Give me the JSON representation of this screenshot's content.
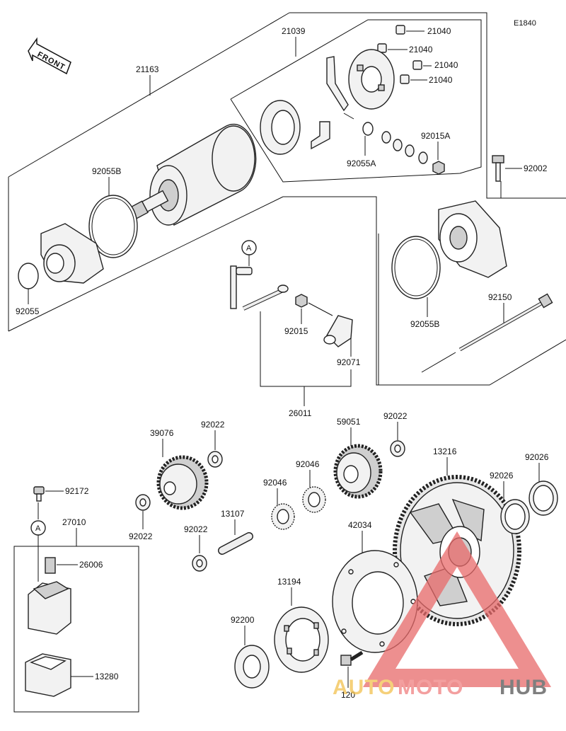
{
  "diagram_code": "E1840",
  "front_label": "FRONT",
  "ref_marker": "A",
  "watermark": {
    "brand_a": "AUTO",
    "brand_b": "MOTO",
    "brand_c": "HUB",
    "color_a": "#f2c14e",
    "color_b": "#f08080",
    "color_c": "#555555",
    "triangle_color": "#e86a6a"
  },
  "labels": {
    "p21163": "21163",
    "p21039": "21039",
    "p21040a": "21040",
    "p21040b": "21040",
    "p21040c": "21040",
    "p21040d": "21040",
    "p92015A": "92015A",
    "p92055A": "92055A",
    "p92055B_left": "92055B",
    "p92055_left": "92055",
    "p92002": "92002",
    "p92055B_right": "92055B",
    "p92150": "92150",
    "p92015": "92015",
    "p92071": "92071",
    "p26011": "26011",
    "p39076": "39076",
    "p92022_a": "92022",
    "p59051": "59051",
    "p92022_b": "92022",
    "p13216": "13216",
    "p92026_a": "92026",
    "p92026_b": "92026",
    "p92046_a": "92046",
    "p92046_b": "92046",
    "p92172": "92172",
    "p27010": "27010",
    "p26006": "26006",
    "p92022_c": "92022",
    "p92022_d": "92022",
    "p13107": "13107",
    "p42034": "42034",
    "p13194": "13194",
    "p92200": "92200",
    "p120": "120",
    "p13280": "13280"
  }
}
